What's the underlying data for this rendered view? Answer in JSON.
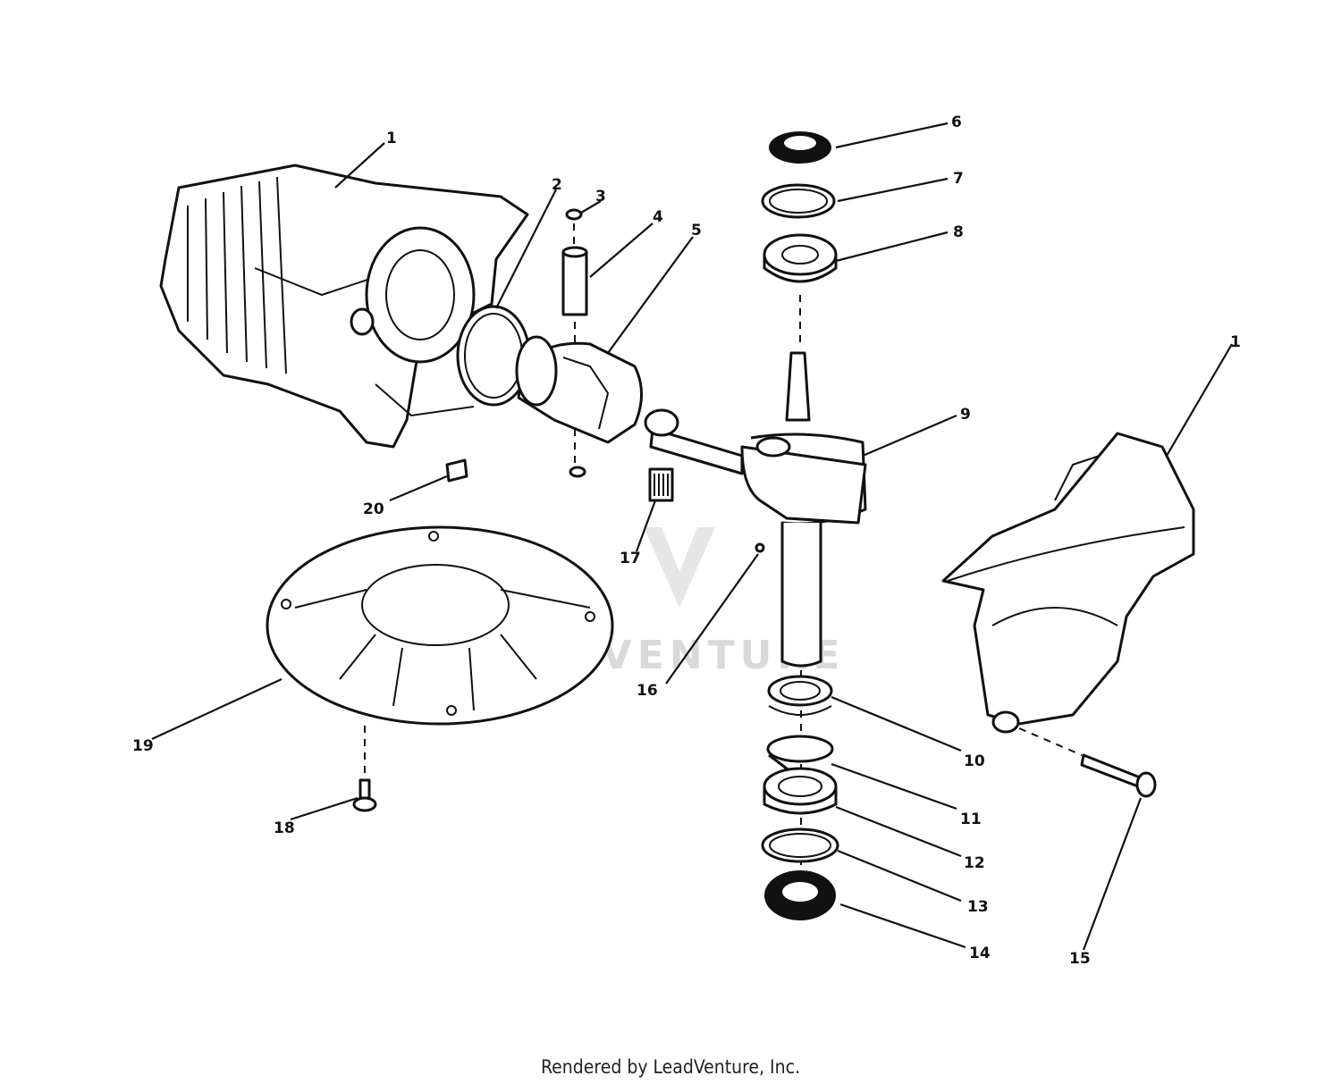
{
  "diagram": {
    "callouts": [
      "1",
      "2",
      "3",
      "4",
      "5",
      "6",
      "7",
      "8",
      "9",
      "10",
      "11",
      "12",
      "13",
      "14",
      "15",
      "16",
      "17",
      "18",
      "19",
      "20",
      "1"
    ],
    "watermark_text": "LEADVENTURE"
  },
  "footer": {
    "credit": "Rendered by LeadVenture, Inc."
  },
  "colors": {
    "ink": "#111111",
    "watermark": "#d9d9d9",
    "background": "#ffffff"
  }
}
